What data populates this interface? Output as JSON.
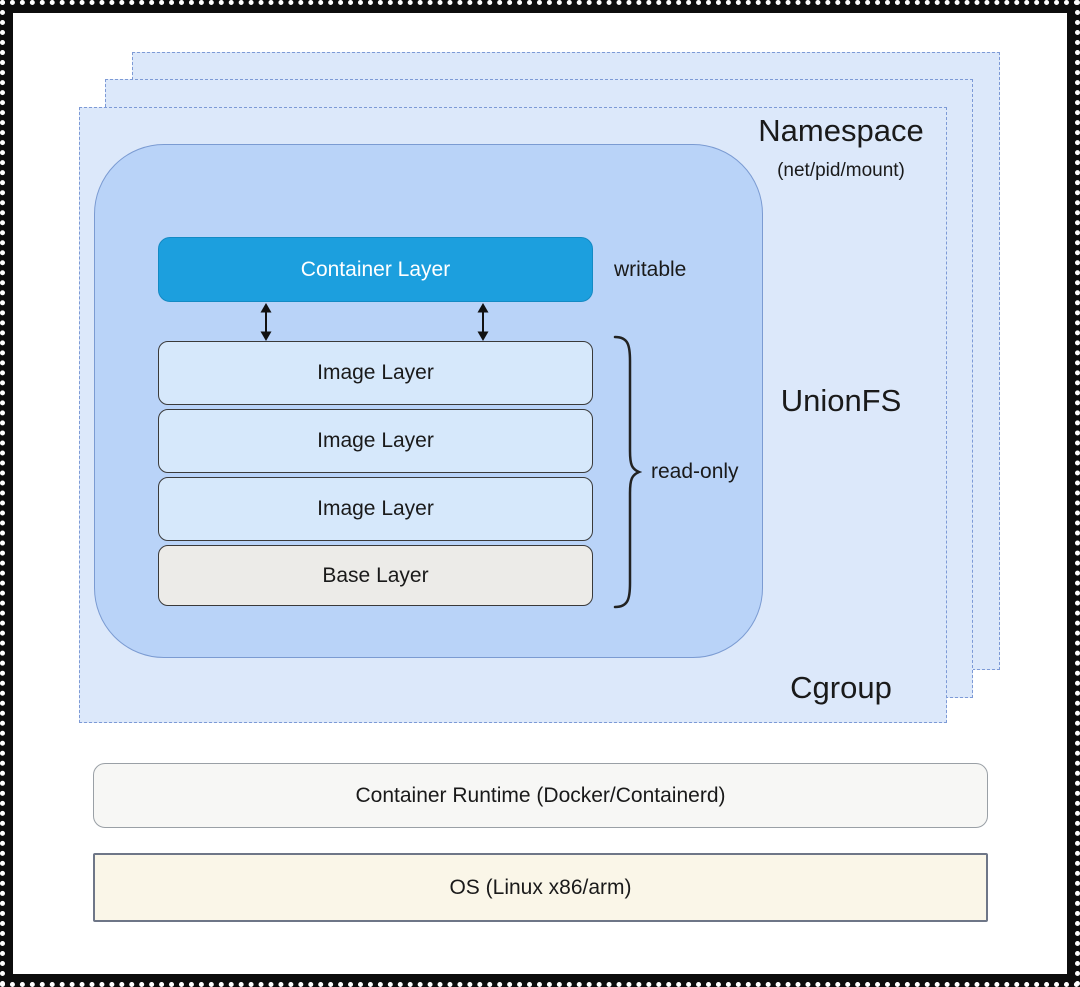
{
  "cards": {
    "namespace_title": "Namespace",
    "namespace_subtitle": "(net/pid/mount)",
    "unionfs_title": "UnionFS",
    "cgroup_title": "Cgroup"
  },
  "union_box": {
    "container_layer_label": "Container Layer",
    "writable_label": "writable",
    "image_layers": [
      "Image Layer",
      "Image Layer",
      "Image Layer"
    ],
    "base_layer_label": "Base Layer",
    "read_only_label": "read-only"
  },
  "bottom_boxes": {
    "runtime_label": "Container Runtime (Docker/Containerd)",
    "os_label": "OS (Linux x86/arm)"
  },
  "colors": {
    "card_fill": "#DCE8FA",
    "card_border": "#7D9AD6",
    "union_fill": "#B9D3F8",
    "union_border": "#7B9BD2",
    "container_layer_fill": "#1C9FDE",
    "container_layer_text": "#FFFFFF",
    "image_layer_fill": "#D6E8FB",
    "layer_border": "#3A3A3A",
    "base_layer_fill": "#ECEBE8",
    "runtime_fill": "#F7F7F5",
    "runtime_border": "#9AA0A6",
    "os_fill": "#FAF6E8",
    "os_border": "#6E7687",
    "frame_border": "#0D0D0D",
    "text": "#1A1A1A"
  }
}
